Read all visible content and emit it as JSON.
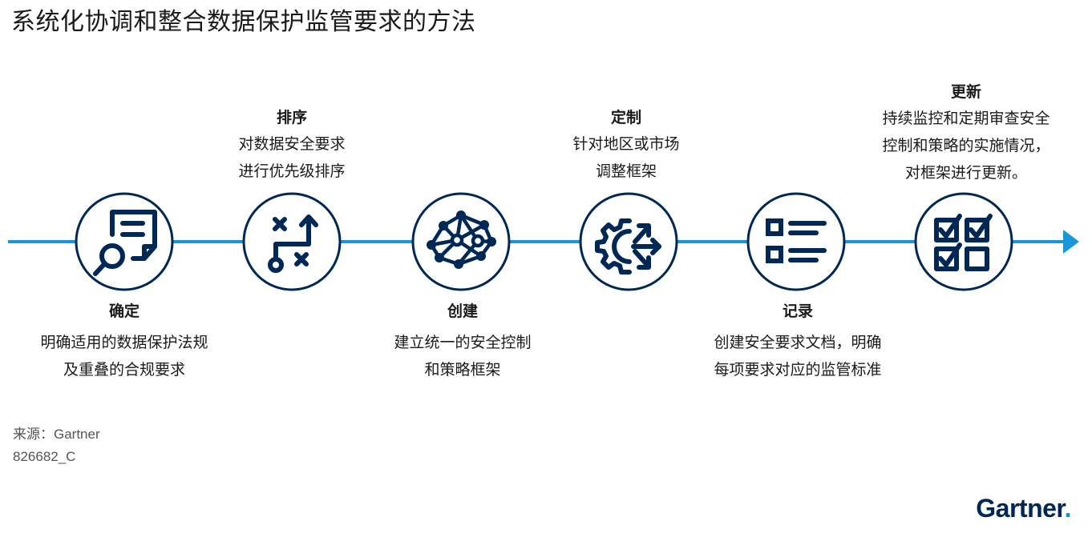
{
  "title": "系统化协调和整合数据保护监管要求的方法",
  "colors": {
    "line": "#1996d5",
    "circle_stroke": "#002856",
    "icon": "#002856",
    "text": "#1a1a1a"
  },
  "steps": [
    {
      "label": "确定",
      "desc": [
        "明确适用的数据保护法规",
        "及重叠的合规要求"
      ],
      "icon": "document-search-icon",
      "position": "below"
    },
    {
      "label": "排序",
      "desc": [
        "对数据安全要求",
        "进行优先级排序"
      ],
      "icon": "prioritize-path-icon",
      "position": "above"
    },
    {
      "label": "创建",
      "desc": [
        "建立统一的安全控制",
        "和策略框架"
      ],
      "icon": "network-framework-icon",
      "position": "below"
    },
    {
      "label": "定制",
      "desc": [
        "针对地区或市场",
        "调整框架"
      ],
      "icon": "gear-arrows-icon",
      "position": "above"
    },
    {
      "label": "记录",
      "desc": [
        "创建安全要求文档，明确",
        "每项要求对应的监管标准"
      ],
      "icon": "checklist-icon",
      "position": "below"
    },
    {
      "label": "更新",
      "desc": [
        "持续监控和定期审查安全",
        "控制和策略的实施情况，",
        "对框架进行更新。"
      ],
      "icon": "checkbox-grid-icon",
      "position": "above"
    }
  ],
  "source": {
    "label": "来源：Gartner",
    "id": "826682_C"
  },
  "logo": {
    "text": "Gartner",
    "dot": "."
  }
}
